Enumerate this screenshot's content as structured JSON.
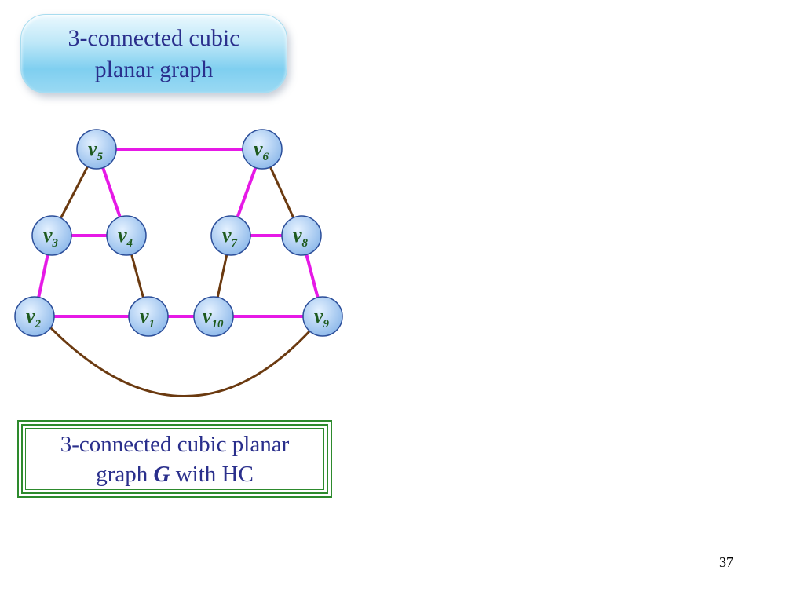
{
  "title": {
    "line1": "3-connected cubic",
    "line2": "planar graph"
  },
  "nodes": [
    {
      "id": "v5",
      "name": "v",
      "sub": "5"
    },
    {
      "id": "v6",
      "name": "v",
      "sub": "6"
    },
    {
      "id": "v3",
      "name": "v",
      "sub": "3"
    },
    {
      "id": "v4",
      "name": "v",
      "sub": "4"
    },
    {
      "id": "v7",
      "name": "v",
      "sub": "7"
    },
    {
      "id": "v8",
      "name": "v",
      "sub": "8"
    },
    {
      "id": "v2",
      "name": "v",
      "sub": "2"
    },
    {
      "id": "v1",
      "name": "v",
      "sub": "1"
    },
    {
      "id": "v10",
      "name": "v",
      "sub": "10"
    },
    {
      "id": "v9",
      "name": "v",
      "sub": "9"
    }
  ],
  "edges": [
    {
      "from": "v5",
      "to": "v6",
      "type": "hc"
    },
    {
      "from": "v5",
      "to": "v4",
      "type": "hc"
    },
    {
      "from": "v5",
      "to": "v3",
      "type": "other"
    },
    {
      "from": "v6",
      "to": "v7",
      "type": "hc"
    },
    {
      "from": "v6",
      "to": "v8",
      "type": "other"
    },
    {
      "from": "v3",
      "to": "v4",
      "type": "hc"
    },
    {
      "from": "v3",
      "to": "v2",
      "type": "hc"
    },
    {
      "from": "v4",
      "to": "v1",
      "type": "other"
    },
    {
      "from": "v7",
      "to": "v8",
      "type": "hc"
    },
    {
      "from": "v7",
      "to": "v10",
      "type": "other"
    },
    {
      "from": "v8",
      "to": "v9",
      "type": "hc"
    },
    {
      "from": "v2",
      "to": "v1",
      "type": "hc"
    },
    {
      "from": "v1",
      "to": "v10",
      "type": "hc"
    },
    {
      "from": "v10",
      "to": "v9",
      "type": "hc"
    },
    {
      "from": "v2",
      "to": "v9",
      "type": "other",
      "curve": true
    }
  ],
  "colors": {
    "hc_edge": "#e619e6",
    "other_edge": "#6b3a10",
    "node_fill": "#a9cdf2",
    "node_stroke": "#2b4e9a",
    "label": "#1e5a1e"
  },
  "caption": {
    "line1": "3-connected cubic planar",
    "line2_pre": "graph ",
    "line2_bold": "G",
    "line2_post": " with HC"
  },
  "page_number": "37"
}
